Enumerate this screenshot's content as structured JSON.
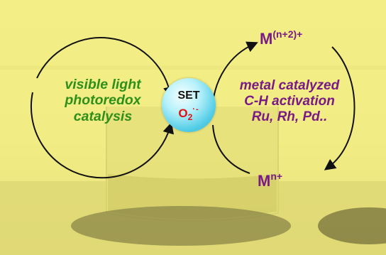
{
  "left_cycle": {
    "lines": [
      "visible light",
      "photoredox",
      "catalysis"
    ],
    "color": "#2e8f1a"
  },
  "right_cycle": {
    "lines": [
      "metal catalyzed",
      "C-H activation",
      "Ru, Rh, Pd.."
    ],
    "color": "#7a1a86"
  },
  "center": {
    "set_label": "SET",
    "o2_base": "O",
    "o2_subscript": "2",
    "o2_superscript": "·-"
  },
  "metal_top": {
    "base": "M",
    "charge": "(n+2)+"
  },
  "metal_bottom": {
    "base": "M",
    "charge": "n+"
  },
  "colors": {
    "background": "#f4f08c",
    "arrow": "#111111",
    "superoxide": "#e01010",
    "sphere": "#53cde6"
  }
}
